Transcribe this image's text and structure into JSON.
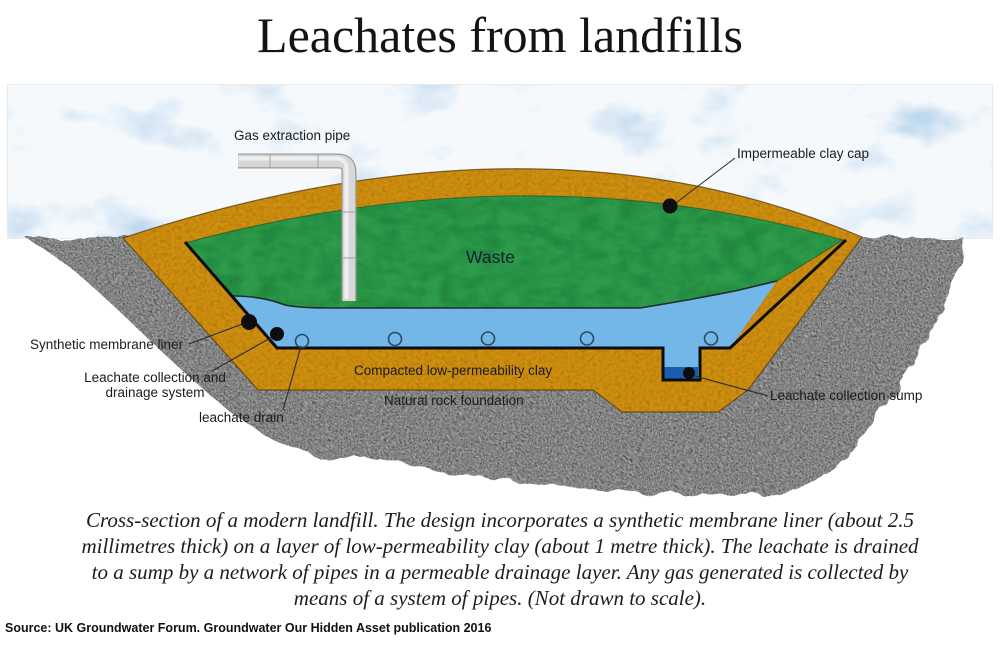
{
  "title": "Leachates from landfills",
  "diagram": {
    "labels": {
      "gas_pipe": "Gas extraction pipe",
      "clay_cap": "Impermeable clay cap",
      "waste": "Waste",
      "membrane_liner": "Synthetic membrane liner",
      "collection_l1": "Leachate collection and",
      "collection_l2": "drainage system",
      "leachate_drain": "leachate drain",
      "compacted_clay": "Compacted low-permeability clay",
      "rock_foundation": "Natural rock foundation",
      "collection_sump": "Leachate collection sump"
    },
    "colors": {
      "sky": "#bed8ee",
      "rock": "#8e8e8e",
      "clay": "#cf8f10",
      "waste": "#2e9b4a",
      "leachate": "#72b7e8",
      "sump": "#1a5eb0",
      "membrane": "#0d0d0d",
      "pipe": "#d7d7d7"
    }
  },
  "caption": {
    "l1": "Cross-section of a modern landfill. The design incorporates a synthetic membrane liner (about 2.5",
    "l2": "millimetres thick) on a layer of low-permeability clay (about 1 metre thick). The leachate is drained",
    "l3": "to a sump by a network of pipes in a permeable drainage layer. Any gas generated is collected by",
    "l4": "means of a system of pipes. (Not drawn to scale)."
  },
  "source": "Source: UK Groundwater Forum. Groundwater Our Hidden Asset publication 2016"
}
